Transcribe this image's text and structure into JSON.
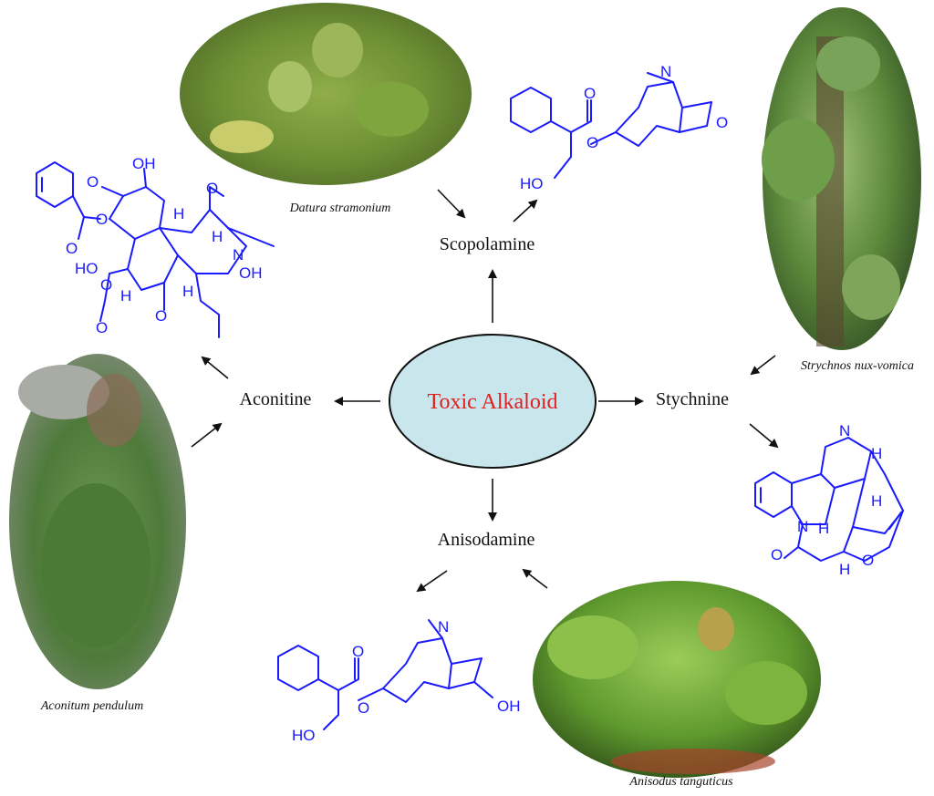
{
  "center": {
    "label": "Toxic Alkaloid",
    "fill": "#c8e6ec",
    "text_color": "#e02020"
  },
  "compounds": {
    "scopolamine": "Scopolamine",
    "strychnine": "Stychnine",
    "anisodamine": "Anisodamine",
    "aconitine": "Aconitine"
  },
  "plants": {
    "datura": "Datura stramonium",
    "strychnos": "Strychnos nux-vomica",
    "anisodus": "Anisodus tanguticus",
    "aconitum": "Aconitum pendulum"
  },
  "structure_atoms": {
    "scop": [
      "N",
      "O",
      "O",
      "HO",
      "O"
    ],
    "stry": [
      "N",
      "N",
      "O",
      "O",
      "H",
      "H",
      "H",
      "H"
    ],
    "aniso": [
      "N",
      "O",
      "O",
      "HO",
      "OH"
    ],
    "acon": [
      "OH",
      "O",
      "O",
      "O",
      "HO",
      "O",
      "O",
      "H",
      "H",
      "N",
      "OH",
      "O",
      "H",
      "O",
      "H"
    ]
  },
  "colors": {
    "structure": "#1a1aff",
    "arrow": "#111111"
  }
}
